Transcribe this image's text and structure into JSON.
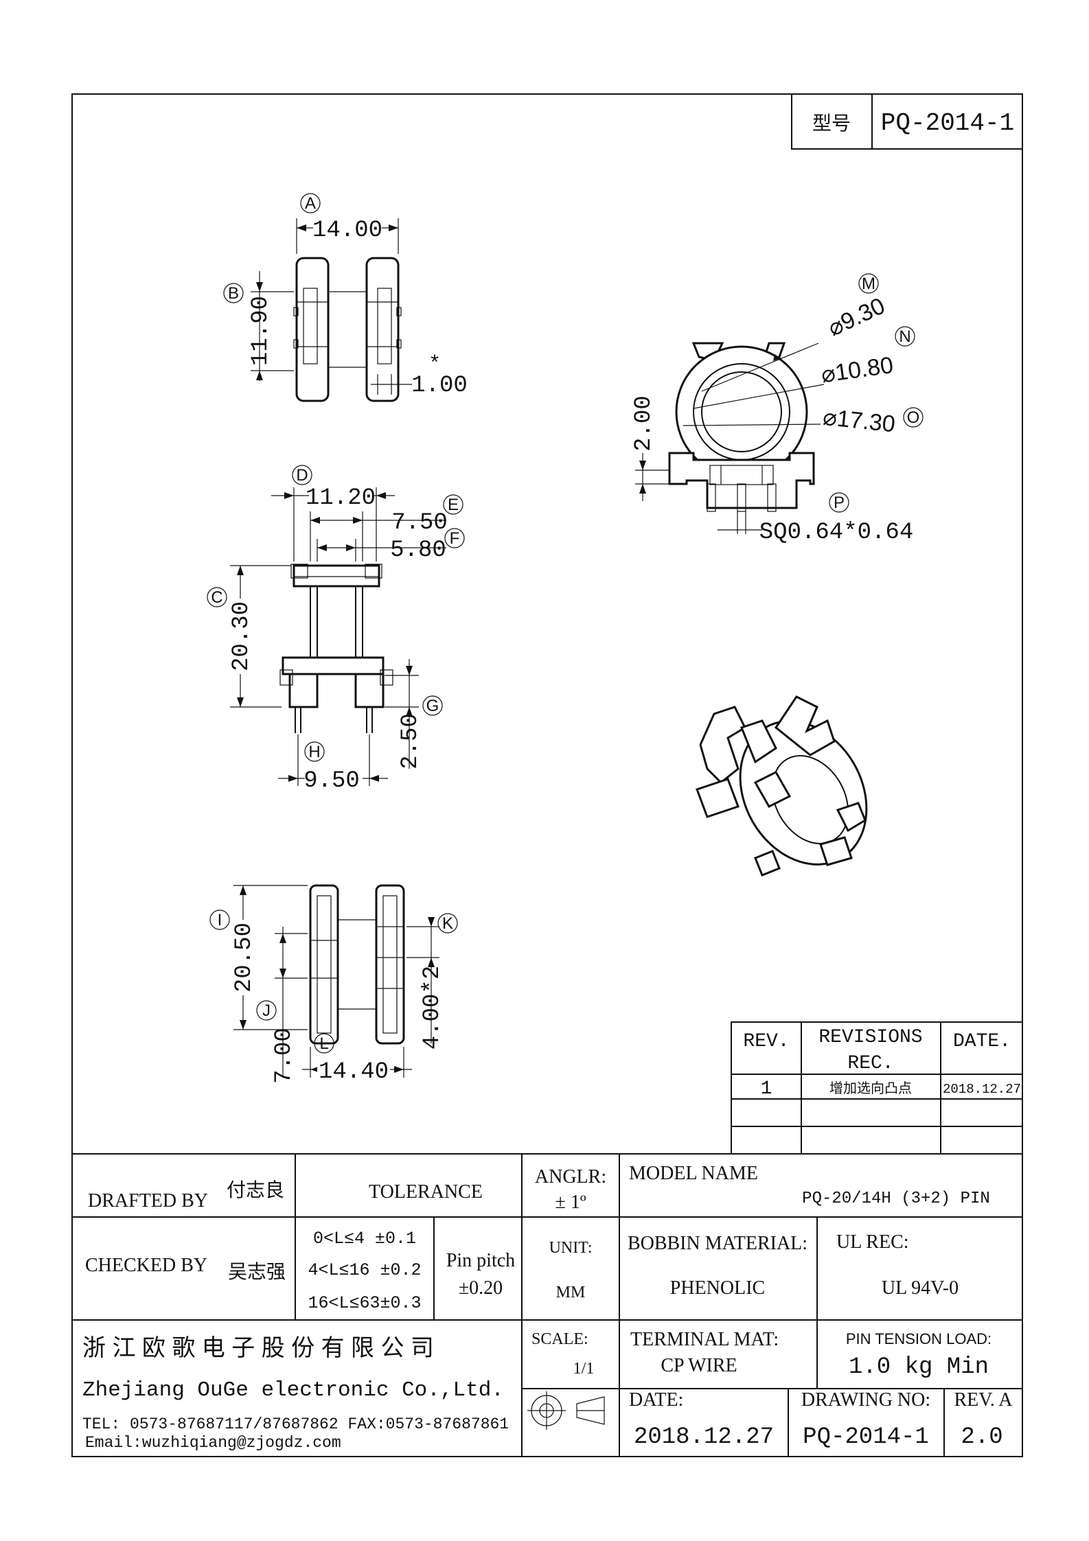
{
  "model_box": {
    "label": "型号",
    "value": "PQ-2014-1"
  },
  "views": {
    "top": {
      "marker_a": "A",
      "marker_b": "B",
      "width": "14.00",
      "height": "11.90",
      "asterisk": "*",
      "pin": "1.00"
    },
    "front": {
      "marker_d": "D",
      "marker_e": "E",
      "marker_f": "F",
      "marker_c": "C",
      "marker_g": "G",
      "marker_h": "H",
      "d": "11.20",
      "e": "7.50",
      "f": "5.80",
      "c": "20.30",
      "g": "2.50",
      "h": "9.50"
    },
    "bottom": {
      "marker_i": "I",
      "marker_j": "J",
      "marker_k": "K",
      "marker_l": "L",
      "i": "20.50",
      "j": "7.00",
      "k": "4.00*2",
      "l": "14.40"
    },
    "side": {
      "marker_m": "M",
      "marker_n": "N",
      "marker_o": "O",
      "marker_p": "P",
      "m": "⌀9.30",
      "n": "⌀10.80",
      "o": "⌀17.30",
      "height": "2.00",
      "pin": "SQ0.64*0.64"
    }
  },
  "revisions": {
    "headers": [
      "REV.",
      "REVISIONS",
      "REC.",
      "DATE."
    ],
    "rows": [
      {
        "rev": "1",
        "rec": "增加选向凸点",
        "date": "2018.12.27"
      }
    ]
  },
  "title_block": {
    "drafted_by_label": "DRAFTED BY",
    "drafted_by": "付志良",
    "checked_by_label": "CHECKED BY",
    "checked_by": "吴志强",
    "tolerance_label": "TOLERANCE",
    "tolerances": [
      "0<L≤4  ±0.1",
      "4<L≤16  ±0.2",
      "16<L≤63±0.3"
    ],
    "pin_pitch_label": "Pin pitch",
    "pin_pitch": "±0.20",
    "anglr_label": "ANGLR:",
    "anglr": "± 1º",
    "unit_label": "UNIT:",
    "unit": "MM",
    "scale_label": "SCALE:",
    "scale": "1/1",
    "model_name_label": "MODEL NAME",
    "model_name": "PQ-20/14H (3+2) PIN",
    "bobbin_material_label": "BOBBIN MATERIAL:",
    "bobbin_material": "PHENOLIC",
    "ul_rec_label": "UL REC:",
    "ul_rec": "UL 94V-0",
    "terminal_mat_label": "TERMINAL MAT:",
    "terminal_mat": "CP  WIRE",
    "pin_tension_label": "PIN  TENSION  LOAD:",
    "pin_tension": "1.0 kg Min",
    "date_label": "DATE:",
    "date": "2018.12.27",
    "drawing_no_label": "DRAWING NO:",
    "drawing_no": "PQ-2014-1",
    "rev_label": "REV. A",
    "rev": "2.0",
    "company_cn": "浙 江 欧 歌 电 子 股 份 有 限 公 司",
    "company_en": "Zhejiang OuGe electronic Co.,Ltd.",
    "tel": "TEL: 0573-87687117/87687862  FAX:0573-87687861",
    "email": "Email:wuzhiqiang@zjogdz.com"
  }
}
